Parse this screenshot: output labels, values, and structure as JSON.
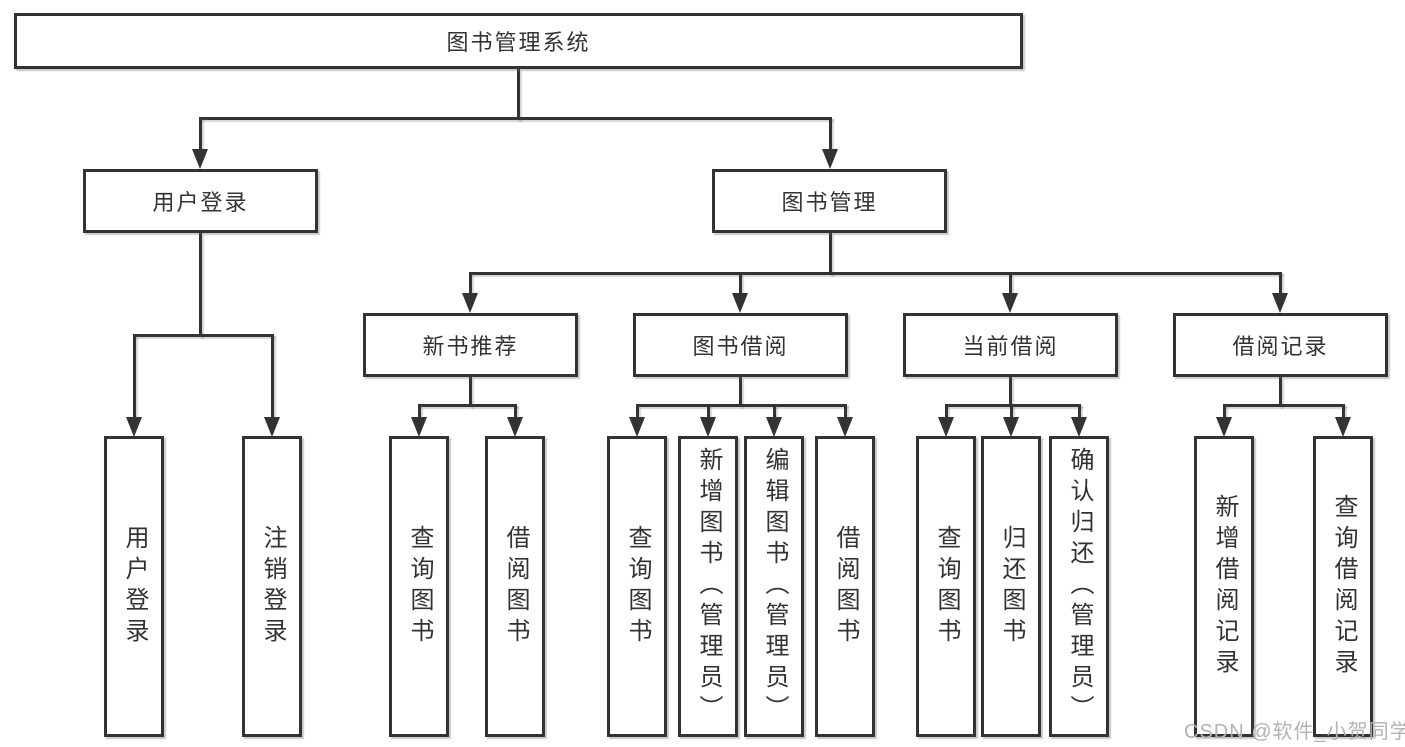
{
  "diagram": {
    "root": "图书管理系统",
    "level2": {
      "user_login": "用户登录",
      "book_mgmt": "图书管理"
    },
    "level3": {
      "new_books": "新书推荐",
      "borrow": "图书借阅",
      "current": "当前借阅",
      "records": "借阅记录"
    },
    "leaves": {
      "user_login": [
        "用户登录",
        "注销登录"
      ],
      "new_books": [
        "查询图书",
        "借阅图书"
      ],
      "borrow": [
        "查询图书",
        "新增图书（管理员）",
        "编辑图书（管理员）",
        "借阅图书"
      ],
      "current": [
        "查询图书",
        "归还图书",
        "确认归还（管理员）"
      ],
      "records": [
        "新增借阅记录",
        "查询借阅记录"
      ]
    }
  },
  "watermark": "CSDN @软件_小贺同学",
  "colors": {
    "line": "#333333",
    "box_fill": "#ffffff",
    "watermark": "#b3b3b3"
  }
}
